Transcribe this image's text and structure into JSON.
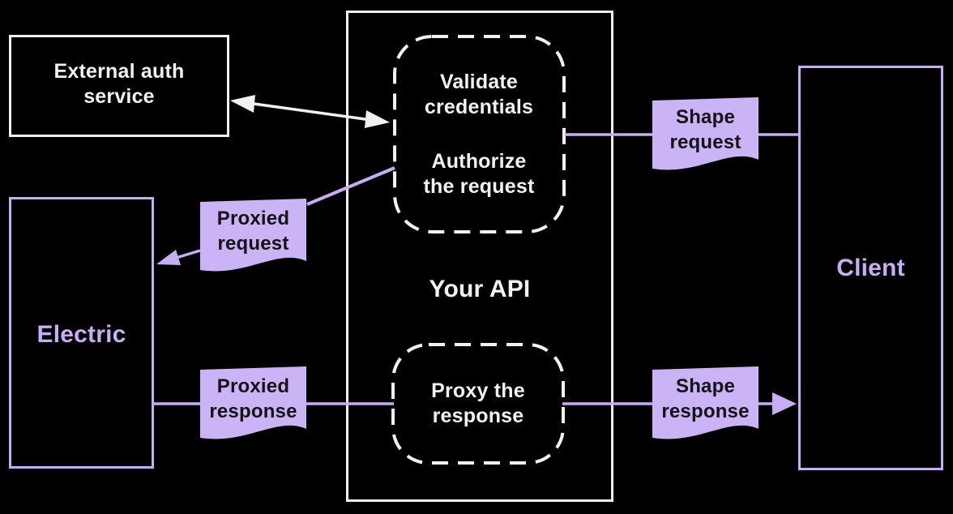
{
  "background_color": "#000000",
  "colors": {
    "white_stroke": "#f3f0ee",
    "purple_accent": "#c7aef3",
    "document_fill": "#cab4f5",
    "document_text": "#151217"
  },
  "nodes": {
    "external_auth": {
      "label": "External auth service"
    },
    "electric": {
      "label": "Electric"
    },
    "your_api": {
      "label": "Your API"
    },
    "client": {
      "label": "Client"
    }
  },
  "steps": {
    "auth": {
      "validate": "Validate credentials",
      "authorize": "Authorize the request"
    },
    "proxy": {
      "label": "Proxy the response"
    }
  },
  "documents": {
    "shape_request": {
      "label": "Shape request"
    },
    "proxied_request": {
      "label": "Proxied request"
    },
    "proxied_response": {
      "label": "Proxied response"
    },
    "shape_response": {
      "label": "Shape response"
    }
  }
}
